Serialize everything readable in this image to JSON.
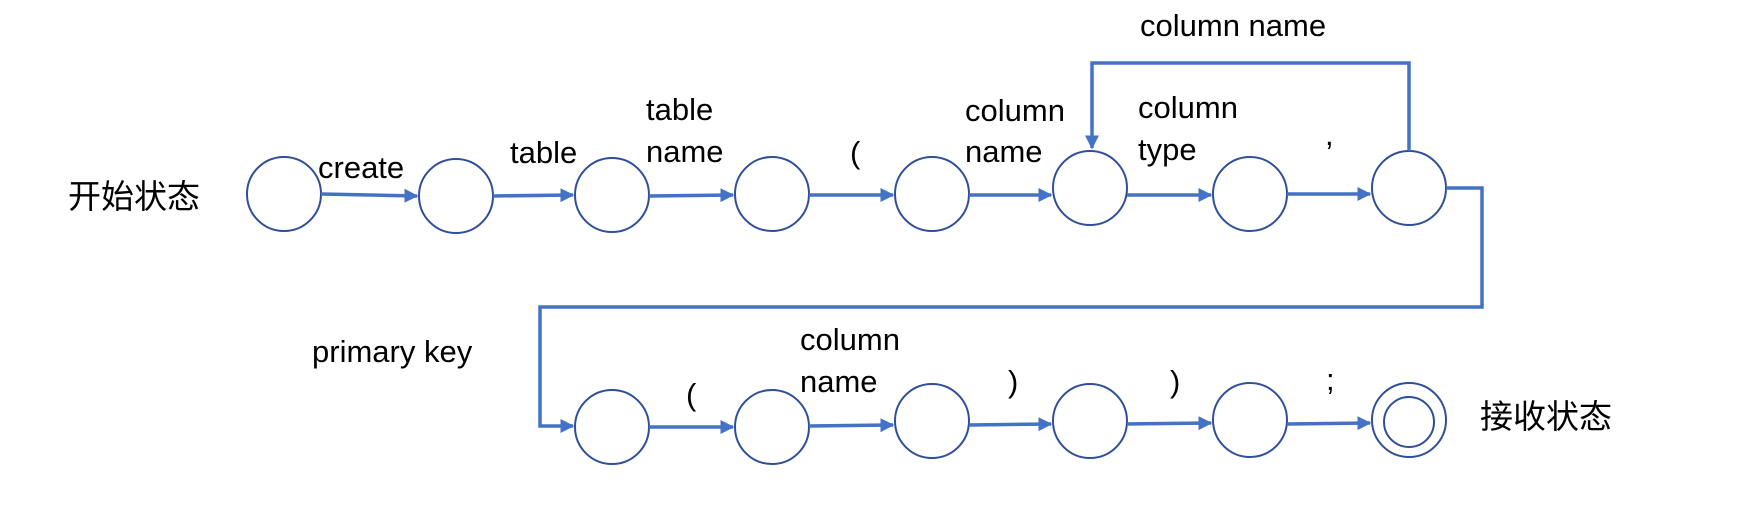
{
  "diagram": {
    "start_label": "开始状态",
    "accept_label": "接收状态",
    "transitions": {
      "create": "create",
      "table": "table",
      "table_name_line1": "table",
      "table_name_line2": "name",
      "open_paren": "(",
      "column_name_line1": "column",
      "column_name_line2": "name",
      "column_type_line1": "column",
      "column_type_line2": "type",
      "comma": ",",
      "loop_column_name": "column name",
      "primary_key": "primary key",
      "pk_open_paren": "(",
      "pk_column_name_line1": "column",
      "pk_column_name_line2": "name",
      "pk_close_paren": ")",
      "close_paren": ")",
      "semicolon": ";"
    }
  },
  "colors": {
    "edge": "#4472c4",
    "state_stroke": "#2f4f9a"
  }
}
